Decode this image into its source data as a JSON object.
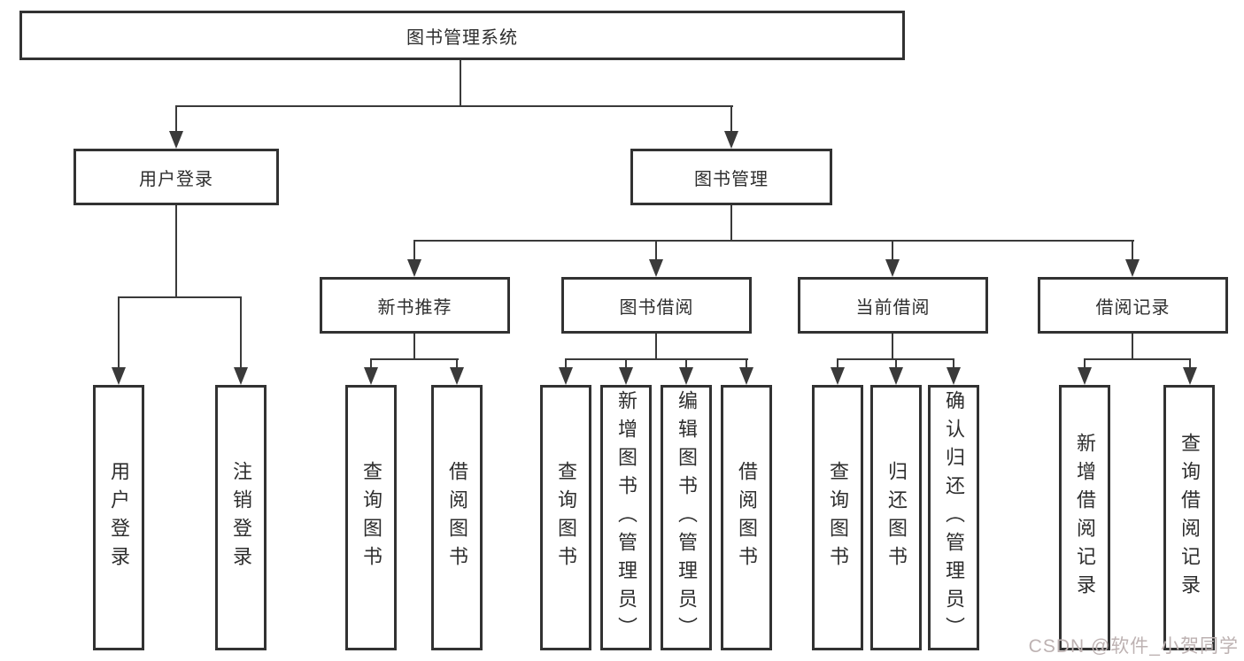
{
  "tree": {
    "root": {
      "label": "图书管理系统",
      "children": [
        {
          "label": "用户登录",
          "children": [
            {
              "label": "用户登录"
            },
            {
              "label": "注销登录"
            }
          ]
        },
        {
          "label": "图书管理",
          "children": [
            {
              "label": "新书推荐",
              "children": [
                {
                  "label": "查询图书"
                },
                {
                  "label": "借阅图书"
                }
              ]
            },
            {
              "label": "图书借阅",
              "children": [
                {
                  "label": "查询图书"
                },
                {
                  "label": "新增图书（管理员）"
                },
                {
                  "label": "编辑图书（管理员）"
                },
                {
                  "label": "借阅图书"
                }
              ]
            },
            {
              "label": "当前借阅",
              "children": [
                {
                  "label": "查询图书"
                },
                {
                  "label": "归还图书"
                },
                {
                  "label": "确认归还（管理员）"
                }
              ]
            },
            {
              "label": "借阅记录",
              "children": [
                {
                  "label": "新增借阅记录"
                },
                {
                  "label": "查询借阅记录"
                }
              ]
            }
          ]
        }
      ]
    }
  },
  "watermark": {
    "text": "CSDN @软件_小贺同学"
  },
  "colors": {
    "line": "#3a3a3a",
    "box_border": "#323232",
    "text": "#2e2e2e",
    "background": "#ffffff",
    "watermark": "#bdb2b2"
  }
}
